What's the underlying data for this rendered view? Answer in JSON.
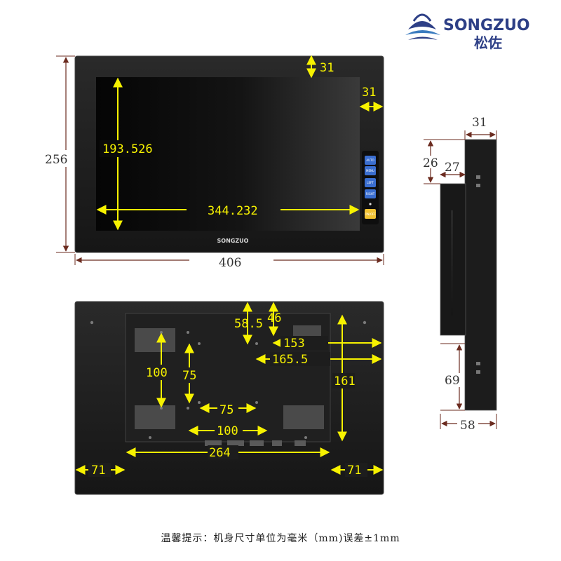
{
  "brand": {
    "name": "SONGZUO",
    "chinese": "松佐",
    "bezel_logo": "SONGZUO",
    "colors": {
      "primary": "#2d3f86",
      "accent": "#3a7bbf"
    }
  },
  "colors": {
    "dimension_yellow": "#f7f200",
    "dimension_dark": "#6b2b1f",
    "device_body": "#1c1c1c",
    "screen_glass": "#0b0b0b"
  },
  "front_view": {
    "buttons": [
      "AUTO",
      "MENU",
      "LEFT",
      "RIGHT",
      "ON/OFF"
    ],
    "dims": {
      "top_bezel": "31",
      "side_bezel": "31",
      "screen_height": "193.526",
      "screen_width": "344.232",
      "overall_height": "256",
      "overall_width": "406"
    }
  },
  "side_view": {
    "dims": {
      "total_depth": "31",
      "top_offset": "26",
      "offset_depth": "27",
      "lower_section": "69",
      "bottom_depth": "58"
    }
  },
  "rear_view": {
    "dims": {
      "top_a": "58.5",
      "top_b": "46",
      "right_a": "153",
      "right_b": "165.5",
      "panel_height": "161",
      "vesa100_v": "100",
      "vesa75_v": "75",
      "vesa75_h": "75",
      "vesa100_h": "100",
      "left_margin": "71",
      "panel_width": "264",
      "right_margin": "71"
    }
  },
  "footer_note": "温馨提示：机身尺寸单位为毫米（mm)误差±1mm"
}
